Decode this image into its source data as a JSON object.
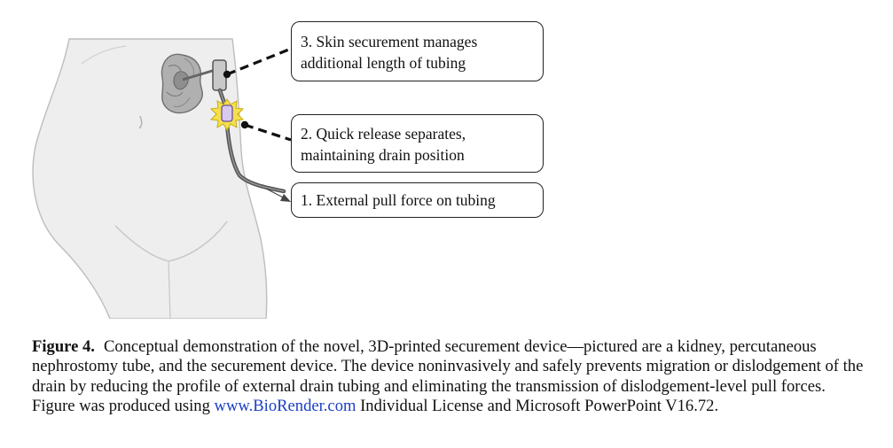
{
  "figure": {
    "callouts": [
      {
        "number": "3.",
        "lines": [
          "Skin securement manages",
          "additional length of tubing"
        ]
      },
      {
        "number": "2.",
        "lines": [
          "Quick release separates,",
          "maintaining drain position"
        ]
      },
      {
        "number": "1.",
        "lines": [
          "External pull force on tubing"
        ]
      }
    ],
    "colors": {
      "body_fill": "#eeeeee",
      "body_outline": "#bdbdbd",
      "kidney": "#9e9e9e",
      "tubing": "#555555",
      "release_burst": "#f4e04d",
      "release_clip": "#d9c8f0",
      "leader_lines": "#111111"
    }
  },
  "caption": {
    "label": "Figure 4.",
    "text_before_link": "Conceptual demonstration of the novel, 3D-printed securement device—pictured are a kidney, percutaneous nephrostomy tube, and the securement device. The device noninvasively and safely prevents migration or dislodgement of the drain by reducing the profile of external drain tubing and eliminating the transmission of dislodgement-level pull forces. Figure was produced using ",
    "link_text": "www.BioRender.com",
    "text_after_link": " Individual License and Microsoft PowerPoint V16.72."
  }
}
